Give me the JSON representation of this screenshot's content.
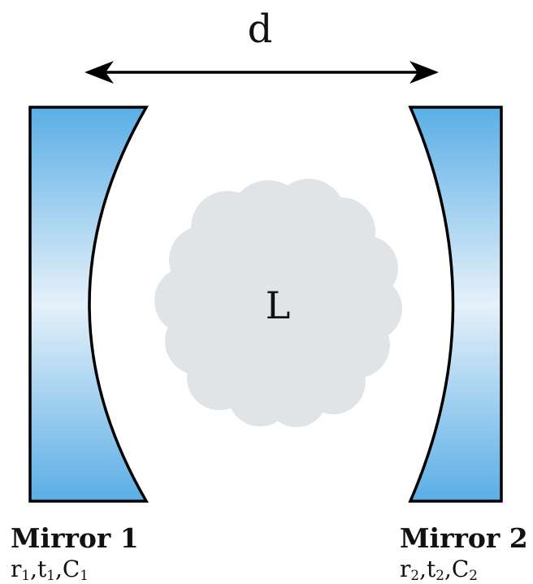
{
  "distance_label": "d",
  "medium_label": "L",
  "mirror1": {
    "name": "Mirror 1",
    "params": [
      {
        "base": "r",
        "sub": "1"
      },
      {
        "base": "t",
        "sub": "1"
      },
      {
        "base": "C",
        "sub": "1"
      }
    ]
  },
  "mirror2": {
    "name": "Mirror 2",
    "params": [
      {
        "base": "r",
        "sub": "2"
      },
      {
        "base": "t",
        "sub": "2"
      },
      {
        "base": "C",
        "sub": "2"
      }
    ]
  },
  "colors": {
    "mirror_edge": "#5aaee6",
    "mirror_center": "#e6f1f9",
    "outline": "#000000",
    "cloud": "#e1e4e6"
  }
}
